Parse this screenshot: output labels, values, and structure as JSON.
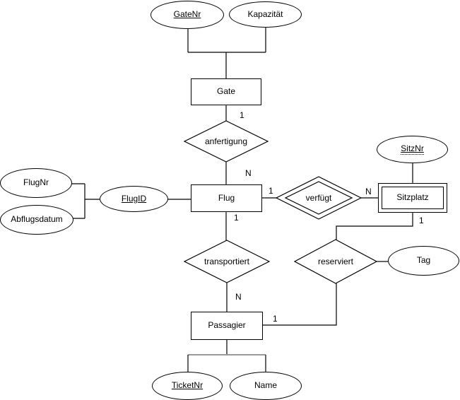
{
  "diagram_type": "entity-relationship-diagram",
  "language": "de",
  "colors": {
    "stroke": "#000000",
    "muted_bracket": "#999999",
    "background": "#ffffff"
  },
  "nodes": {
    "gate": {
      "label": "Gate",
      "kind": "entity"
    },
    "flug": {
      "label": "Flug",
      "kind": "entity"
    },
    "sitzplatz": {
      "label": "Sitzplatz",
      "kind": "weak-entity"
    },
    "passagier": {
      "label": "Passagier",
      "kind": "entity"
    },
    "anfertigung": {
      "label": "anfertigung",
      "kind": "relationship"
    },
    "verfuegt": {
      "label": "verfügt",
      "kind": "identifying-relationship"
    },
    "transportiert": {
      "label": "transportiert",
      "kind": "relationship"
    },
    "reserviert": {
      "label": "reserviert",
      "kind": "relationship"
    },
    "gatenr": {
      "label": "GateNr",
      "kind": "attribute",
      "key": "primary"
    },
    "kapazitaet": {
      "label": "Kapazität",
      "kind": "attribute"
    },
    "flugnr": {
      "label": "FlugNr",
      "kind": "attribute"
    },
    "abflugsdatum": {
      "label": "Abflugsdatum",
      "kind": "attribute"
    },
    "flugid": {
      "label": "FlugID",
      "kind": "attribute",
      "key": "primary"
    },
    "sitznr": {
      "label": "SitzNr",
      "kind": "attribute",
      "key": "partial"
    },
    "tag": {
      "label": "Tag",
      "kind": "attribute"
    },
    "ticketnr": {
      "label": "TicketNr",
      "kind": "attribute",
      "key": "primary"
    },
    "name": {
      "label": "Name",
      "kind": "attribute"
    }
  },
  "cardinalities": {
    "gate_anfertigung": "1",
    "anfertigung_flug": "N",
    "flug_verfuegt": "1",
    "verfuegt_sitzplatz": "N",
    "flug_transportiert": "1",
    "transportiert_passagier": "N",
    "sitzplatz_reserviert": "1",
    "passagier_reserviert": "1"
  }
}
